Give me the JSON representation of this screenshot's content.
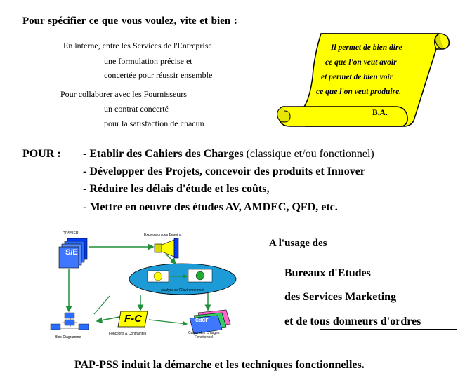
{
  "header": {
    "title": "Pour spécifier ce que vous voulez,  vite  et  bien  :"
  },
  "intro": {
    "internal": [
      "En interne, entre les Services de l'Entreprise",
      "une formulation précise et",
      "concertée pour réussir ensemble"
    ],
    "suppliers": [
      "Pour collaborer avec les Fournisseurs",
      "un contrat concerté",
      "pour la satisfaction de chacun"
    ]
  },
  "scroll": {
    "lines": [
      "Il permet de bien dire",
      "ce que l'on veut avoir",
      "et permet de bien voir",
      "ce que l'on veut produire."
    ],
    "signature": "B.A.",
    "color": "#ffff00"
  },
  "pour": {
    "label": "POUR  :",
    "items": [
      {
        "bold": "- Etablir  des  Cahiers des Charges",
        "normal": " (classique et/ou fonctionnel)"
      },
      {
        "bold": "- Développer des Projets, concevoir des produits  et  Innover",
        "normal": ""
      },
      {
        "bold": "- Réduire les délais d'étude et les coûts,",
        "normal": ""
      },
      {
        "bold": "- Mettre en oeuvre des études AV, AMDEC, QFD, etc.",
        "normal": ""
      }
    ]
  },
  "diagram": {
    "dossier_label": "DOSSIER",
    "dossier_icon_text": "S/E",
    "expression_label": "Expression des Besoins",
    "analysis_label": "Analyse de l'Environnement",
    "fc_text": "F-C",
    "functions_label": "Fonctions  &  Contraintes",
    "cdcf_text": "CdCF",
    "cdcf_label": "Cahier des Charges\nFonctionnel",
    "bloc_label": "Bloc-Diagramme",
    "accent_color": "#003cff",
    "arrow_color": "#1f8f3a"
  },
  "usage": {
    "heading": "A l'usage des",
    "lines": [
      "Bureaux d'Etudes",
      "des Services Marketing",
      "et de tous donneurs d'ordres"
    ]
  },
  "footer": {
    "text": "PAP-PSS induit la démarche et les techniques fonctionnelles."
  }
}
